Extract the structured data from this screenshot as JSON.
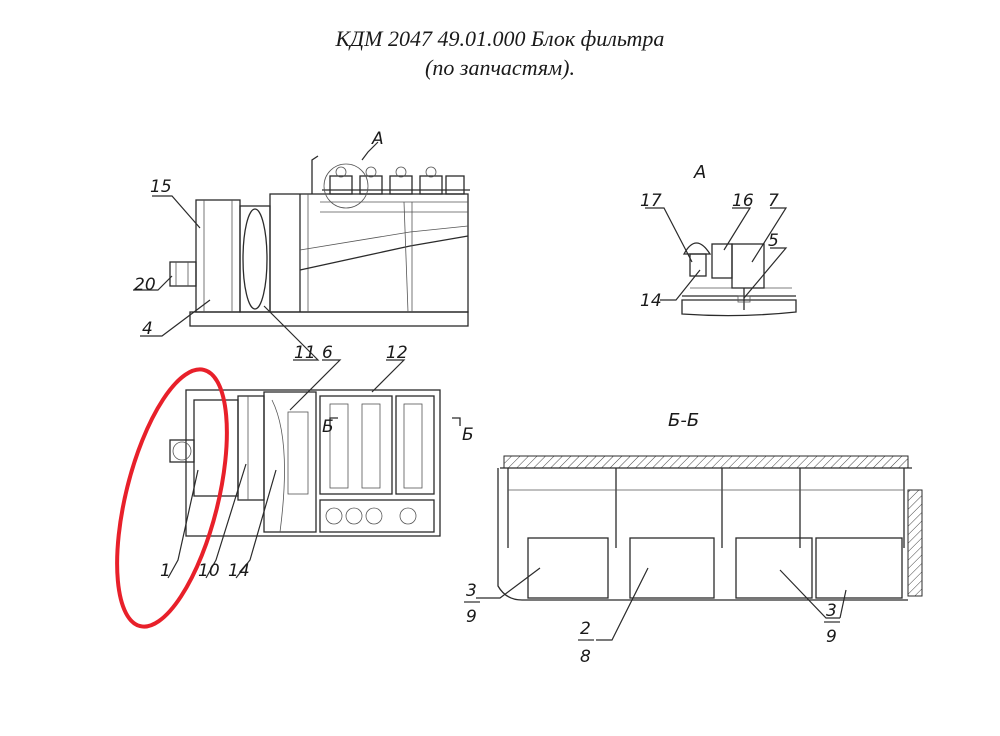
{
  "title": {
    "line1": "КДМ 2047 49.01.000 Блок фильтра",
    "line2": "(по запчастям)."
  },
  "views": {
    "detail_a": "А",
    "section_bb": "Б-Б",
    "cut_mark": "Б"
  },
  "callouts": {
    "side": {
      "c15": "15",
      "c20": "20",
      "c4": "4",
      "c11": "11",
      "cA": "А"
    },
    "detail": {
      "c17": "17",
      "c16": "16",
      "c7": "7",
      "c5": "5",
      "c14": "14"
    },
    "plan": {
      "c6": "6",
      "c12": "12",
      "c1": "1",
      "c10": "10",
      "c14": "14"
    },
    "section": {
      "c3a": "3",
      "c9a": "9",
      "c2": "2",
      "c8": "8",
      "c3b": "3",
      "c9b": "9"
    }
  },
  "highlight": {
    "color": "#e8202a",
    "target": "1"
  }
}
